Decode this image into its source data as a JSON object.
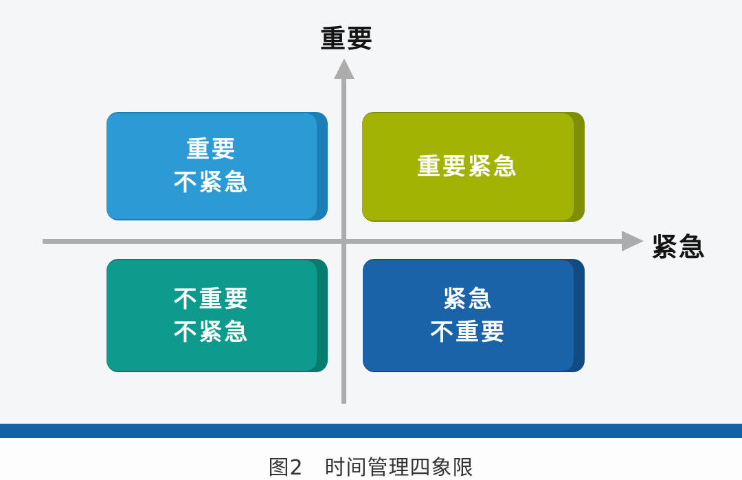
{
  "figure": {
    "caption": "图2　时间管理四象限"
  },
  "axes": {
    "y_label": "重要",
    "x_label": "紧急",
    "line_color": "#ACACAC",
    "label_color": "#141414"
  },
  "quadrants": [
    {
      "id": "important-not-urgent",
      "position": "top-left",
      "line1": "重要",
      "line2": "不紧急",
      "fill": "#2C9AD4",
      "side": "#1B7EB6",
      "text_color": "#FFFFFF"
    },
    {
      "id": "important-urgent",
      "position": "top-right",
      "line1": "重要紧急",
      "fill": "#A3B303",
      "side": "#7F8F05",
      "text_color": "#FFFFFF"
    },
    {
      "id": "not-important-not-urgent",
      "position": "bottom-left",
      "line1": "不重要",
      "line2": "不紧急",
      "fill": "#0E9A8C",
      "side": "#067C6F",
      "text_color": "#FFFFFF"
    },
    {
      "id": "urgent-not-important",
      "position": "bottom-right",
      "line1": "紧急",
      "line2": "不重要",
      "fill": "#1A63A9",
      "side": "#114B82",
      "text_color": "#FFFFFF"
    }
  ],
  "footer": {
    "bar_color": "#1261A7",
    "background_color": "#FDFDFE"
  },
  "background_color": "#F5F6F7"
}
